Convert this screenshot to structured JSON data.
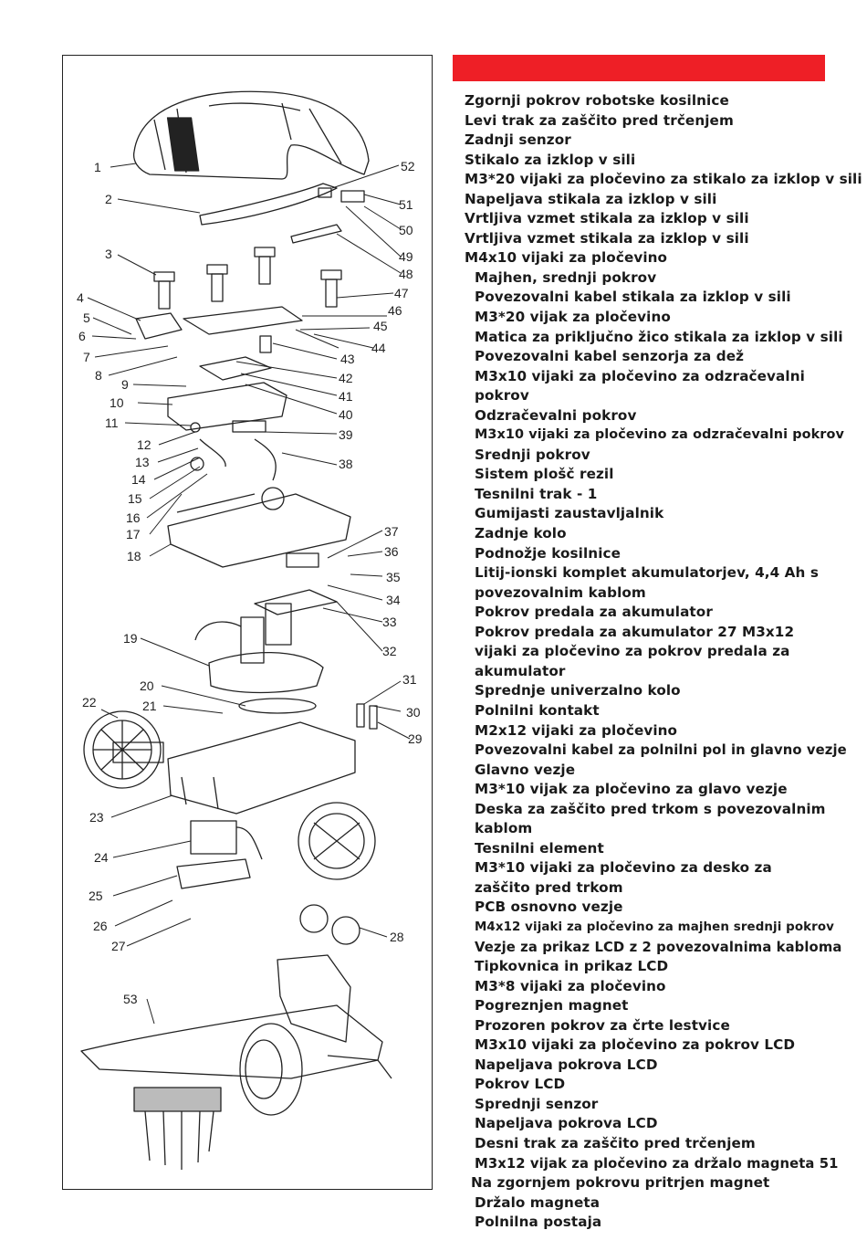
{
  "header": {
    "color": "#ee1f26"
  },
  "parts": [
    "Zgornji pokrov robotske kosilnice",
    "Levi trak za zaščito pred trčenjem",
    "Zadnji senzor",
    "Stikalo za izklop v sili",
    "M3*20 vijaki za pločevino za stikalo za izklop v sili",
    "Napeljava stikala za izklop v sili",
    "Vrtljiva vzmet stikala za izklop v sili",
    "Vrtljiva vzmet stikala za izklop v sili",
    "M4x10 vijaki za pločevino",
    "Majhen, srednji pokrov",
    "Povezovalni kabel stikala za izklop v sili",
    "M3*20 vijak za pločevino",
    "Matica za priključno žico stikala za izklop v sili",
    "Povezovalni kabel senzorja za dež",
    "M3x10 vijaki za pločevino za odzračevalni pokrov",
    "Odzračevalni pokrov",
    "M3x10 vijaki za pločevino za odzračevalni pokrov",
    "Srednji pokrov",
    "Sistem plošč rezil",
    "Tesnilni trak - 1",
    "Gumijasti zaustavljalnik",
    "Zadnje kolo",
    "Podnožje kosilnice",
    "Litij-ionski komplet akumulatorjev, 4,4 Ah s povezovalnim kablom",
    "Pokrov predala za akumulator",
    "Pokrov predala za akumulator 27 M3x12 vijaki za pločevino za pokrov predala za akumulator",
    "Sprednje univerzalno kolo",
    "Polnilni kontakt",
    "M2x12 vijaki za pločevino",
    "Povezovalni kabel za polnilni pol in glavno vezje",
    "Glavno vezje",
    "M3*10 vijak za pločevino za glavo vezje",
    "Deska za zaščito pred trkom s povezovalnim kablom",
    "Tesnilni element",
    "M3*10 vijaki za pločevino za desko za zaščito pred trkom",
    "PCB osnovno vezje",
    "M4x12 vijaki za pločevino za majhen srednji pokrov",
    "Vezje za prikaz LCD z 2 povezovalnima kabloma",
    "Tipkovnica in prikaz LCD",
    "M3*8 vijaki za pločevino",
    "Pogreznjen magnet",
    "Prozoren pokrov za črte lestvice",
    "M3x10 vijaki za pločevino za pokrov LCD",
    "Napeljava pokrova LCD",
    "Pokrov LCD",
    "Sprednji senzor",
    "Napeljava pokrova LCD",
    "Desni trak za zaščito pred trčenjem",
    "M3x12 vijak za pločevino za držalo magneta 51",
    "Na zgornjem pokrovu pritrjen magnet",
    "Držalo magneta",
    "Polnilna postaja"
  ],
  "callouts": [
    "1",
    "2",
    "3",
    "4",
    "5",
    "6",
    "7",
    "8",
    "9",
    "10",
    "11",
    "12",
    "13",
    "14",
    "15",
    "16",
    "17",
    "18",
    "19",
    "20",
    "21",
    "22",
    "23",
    "24",
    "25",
    "26",
    "27",
    "28",
    "29",
    "30",
    "31",
    "32",
    "33",
    "34",
    "35",
    "36",
    "37",
    "38",
    "39",
    "40",
    "41",
    "42",
    "43",
    "44",
    "45",
    "46",
    "47",
    "48",
    "49",
    "50",
    "51",
    "52",
    "53"
  ]
}
